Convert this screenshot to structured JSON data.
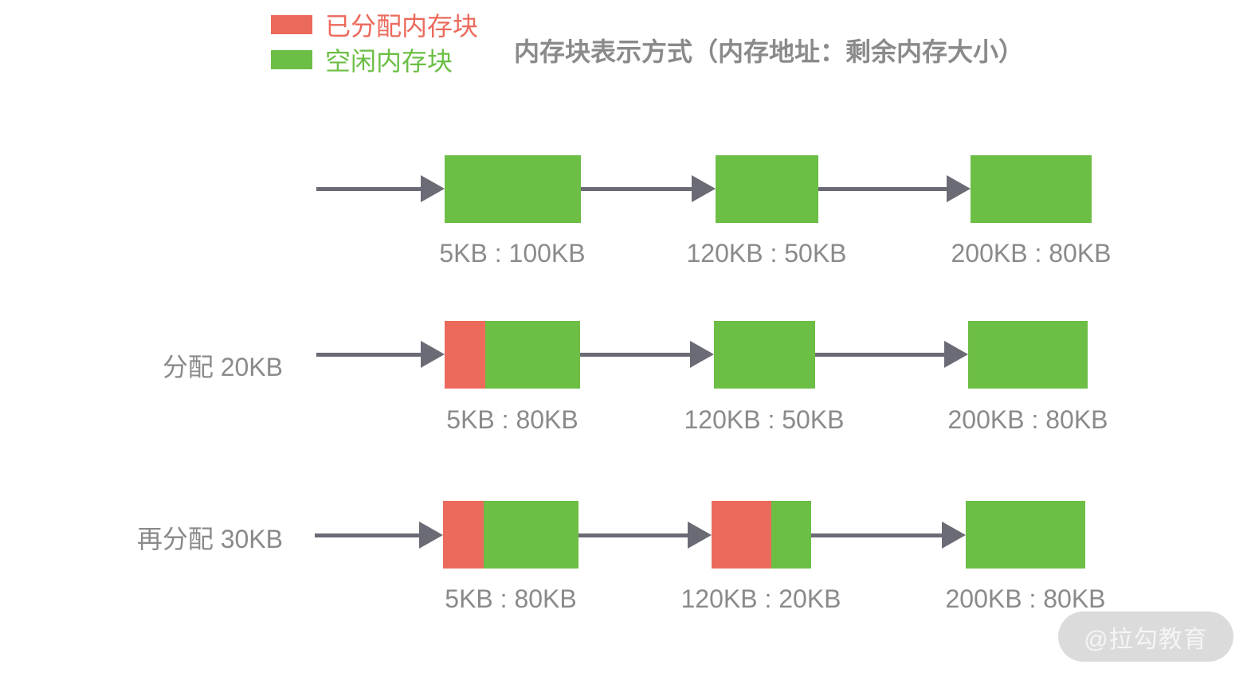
{
  "title": "内存块表示方式（内存地址：剩余内存大小）",
  "colors": {
    "allocated": "#ec6a5c",
    "free": "#6cbe45",
    "arrow": "#6b6b76",
    "text": "#8a8a8a"
  },
  "legend": {
    "items": [
      {
        "label": "已分配内存块",
        "color": "#ec6a5c"
      },
      {
        "label": "空闲内存块",
        "color": "#6cbe45"
      }
    ]
  },
  "rows": [
    {
      "label": "",
      "blocks": [
        {
          "caption": "5KB : 100KB",
          "allocated_pct": 0
        },
        {
          "caption": "120KB : 50KB",
          "allocated_pct": 0
        },
        {
          "caption": "200KB : 80KB",
          "allocated_pct": 0
        }
      ]
    },
    {
      "label": "分配 20KB",
      "blocks": [
        {
          "caption": "5KB : 80KB",
          "allocated_pct": 30
        },
        {
          "caption": "120KB : 50KB",
          "allocated_pct": 0
        },
        {
          "caption": "200KB : 80KB",
          "allocated_pct": 0
        }
      ]
    },
    {
      "label": "再分配 30KB",
      "blocks": [
        {
          "caption": "5KB : 80KB",
          "allocated_pct": 30
        },
        {
          "caption": "120KB : 20KB",
          "allocated_pct": 60
        },
        {
          "caption": "200KB : 80KB",
          "allocated_pct": 0
        }
      ]
    }
  ],
  "watermark": "@拉勾教育"
}
